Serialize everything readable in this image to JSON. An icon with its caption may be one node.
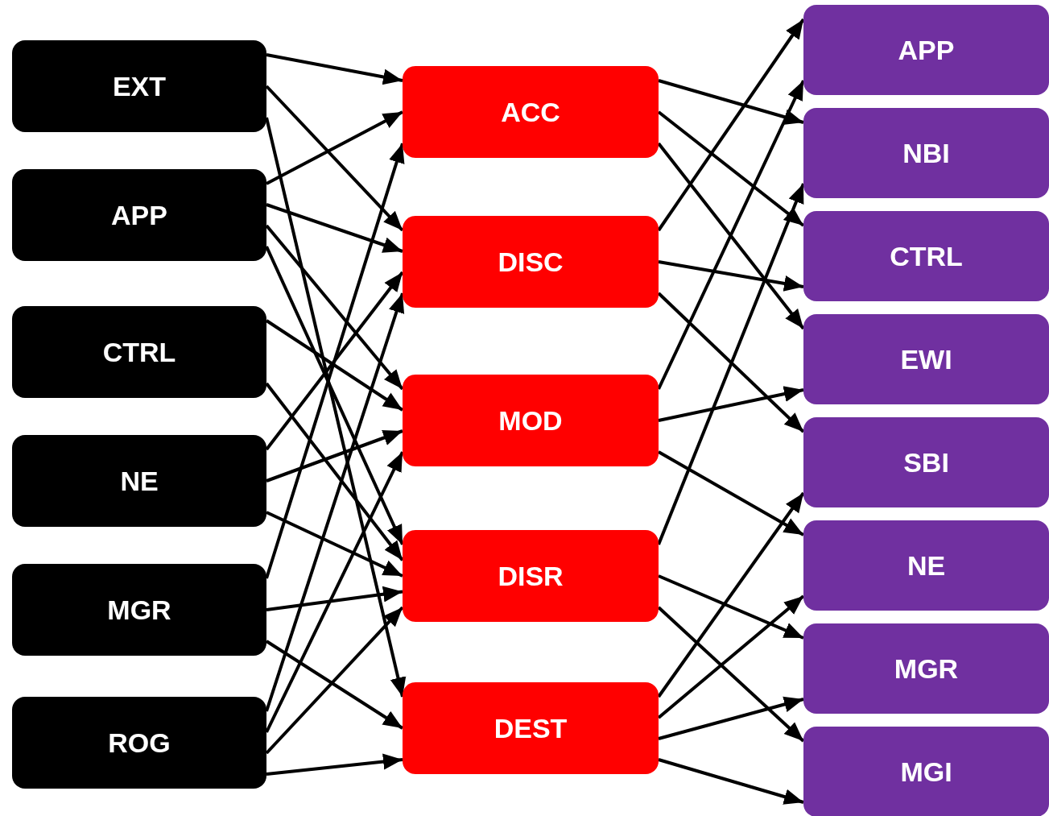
{
  "diagram": {
    "nodes": [
      {
        "text": [
          "EXT"
        ]
      },
      {
        "text": [
          "APP"
        ]
      },
      {
        "text": [
          "CTRL"
        ]
      },
      {
        "text": [
          "NE"
        ]
      },
      {
        "text": [
          "MGR"
        ]
      },
      {
        "text": [
          "ROG"
        ]
      },
      {
        "text": [
          "ACC"
        ]
      },
      {
        "text": [
          "DISC"
        ]
      },
      {
        "text": [
          "MOD"
        ]
      },
      {
        "text": [
          "DISR"
        ]
      },
      {
        "text": [
          "DEST"
        ]
      },
      {
        "text": [
          "APP"
        ]
      },
      {
        "text": [
          "NBI"
        ]
      },
      {
        "text": [
          "CTRL"
        ]
      },
      {
        "text": [
          "EWI"
        ]
      },
      {
        "text": [
          "SBI"
        ]
      },
      {
        "text": [
          "NE"
        ]
      },
      {
        "text": [
          "MGR"
        ]
      },
      {
        "text": [
          "MGI"
        ]
      }
    ],
    "edges": [
      {
        "from": 0,
        "to": 6,
        "arrow": "to"
      },
      {
        "from": 0,
        "to": 7,
        "arrow": "to"
      },
      {
        "from": 0,
        "to": 10,
        "arrow": "to"
      },
      {
        "from": 1,
        "to": 6,
        "arrow": "to"
      },
      {
        "from": 1,
        "to": 7,
        "arrow": "to"
      },
      {
        "from": 1,
        "to": 8,
        "arrow": "to"
      },
      {
        "from": 1,
        "to": 9,
        "arrow": "to"
      },
      {
        "from": 2,
        "to": 8,
        "arrow": "to"
      },
      {
        "from": 2,
        "to": 9,
        "arrow": "to"
      },
      {
        "from": 3,
        "to": 7,
        "arrow": "to"
      },
      {
        "from": 3,
        "to": 8,
        "arrow": "to"
      },
      {
        "from": 3,
        "to": 9,
        "arrow": "to"
      },
      {
        "from": 4,
        "to": 6,
        "arrow": "to"
      },
      {
        "from": 4,
        "to": 9,
        "arrow": "to"
      },
      {
        "from": 4,
        "to": 10,
        "arrow": "to"
      },
      {
        "from": 5,
        "to": 7,
        "arrow": "to"
      },
      {
        "from": 5,
        "to": 8,
        "arrow": "to"
      },
      {
        "from": 5,
        "to": 9,
        "arrow": "to"
      },
      {
        "from": 5,
        "to": 10,
        "arrow": "to"
      },
      {
        "from": 6,
        "to": 12,
        "arrow": "to"
      },
      {
        "from": 6,
        "to": 13,
        "arrow": "to"
      },
      {
        "from": 6,
        "to": 14,
        "arrow": "to"
      },
      {
        "from": 7,
        "to": 11,
        "arrow": "to"
      },
      {
        "from": 7,
        "to": 13,
        "arrow": "to"
      },
      {
        "from": 7,
        "to": 15,
        "arrow": "to"
      },
      {
        "from": 8,
        "to": 11,
        "arrow": "to"
      },
      {
        "from": 8,
        "to": 14,
        "arrow": "to"
      },
      {
        "from": 8,
        "to": 16,
        "arrow": "to"
      },
      {
        "from": 9,
        "to": 12,
        "arrow": "to"
      },
      {
        "from": 9,
        "to": 17,
        "arrow": "to"
      },
      {
        "from": 9,
        "to": 18,
        "arrow": "to"
      },
      {
        "from": 10,
        "to": 15,
        "arrow": "to"
      },
      {
        "from": 10,
        "to": 16,
        "arrow": "to"
      },
      {
        "from": 10,
        "to": 17,
        "arrow": "to"
      },
      {
        "from": 10,
        "to": 18,
        "arrow": "to"
      }
    ]
  }
}
